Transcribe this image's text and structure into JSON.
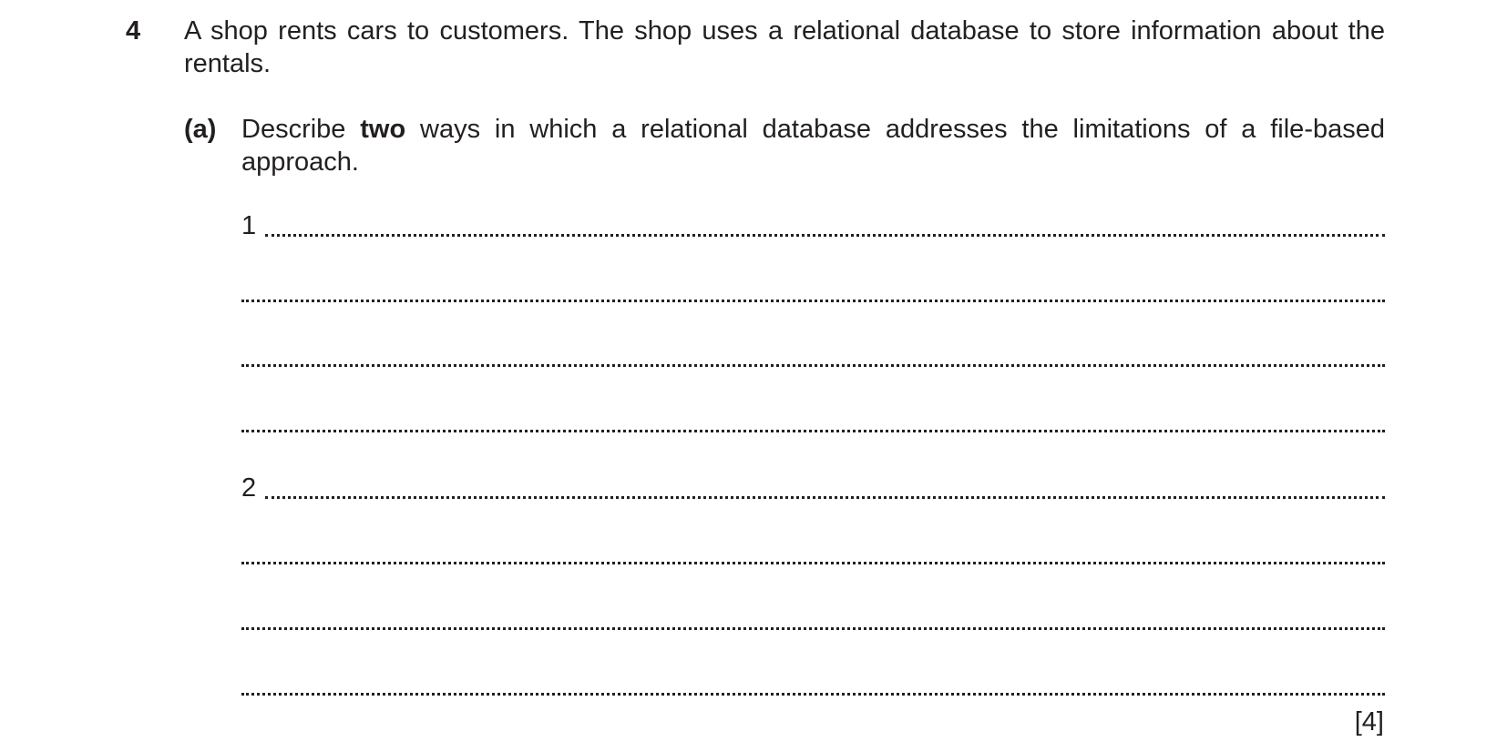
{
  "question": {
    "number": "4",
    "stem": "A shop rents cars to customers. The shop uses a relational database to store information about the rentals."
  },
  "part_a": {
    "label": "(a)",
    "text_before": "Describe ",
    "text_bold": "two",
    "text_after": " ways in which a relational database addresses the limitations of a file-based approach.",
    "answer_labels": [
      "1",
      "2"
    ],
    "marks": "[4]"
  }
}
